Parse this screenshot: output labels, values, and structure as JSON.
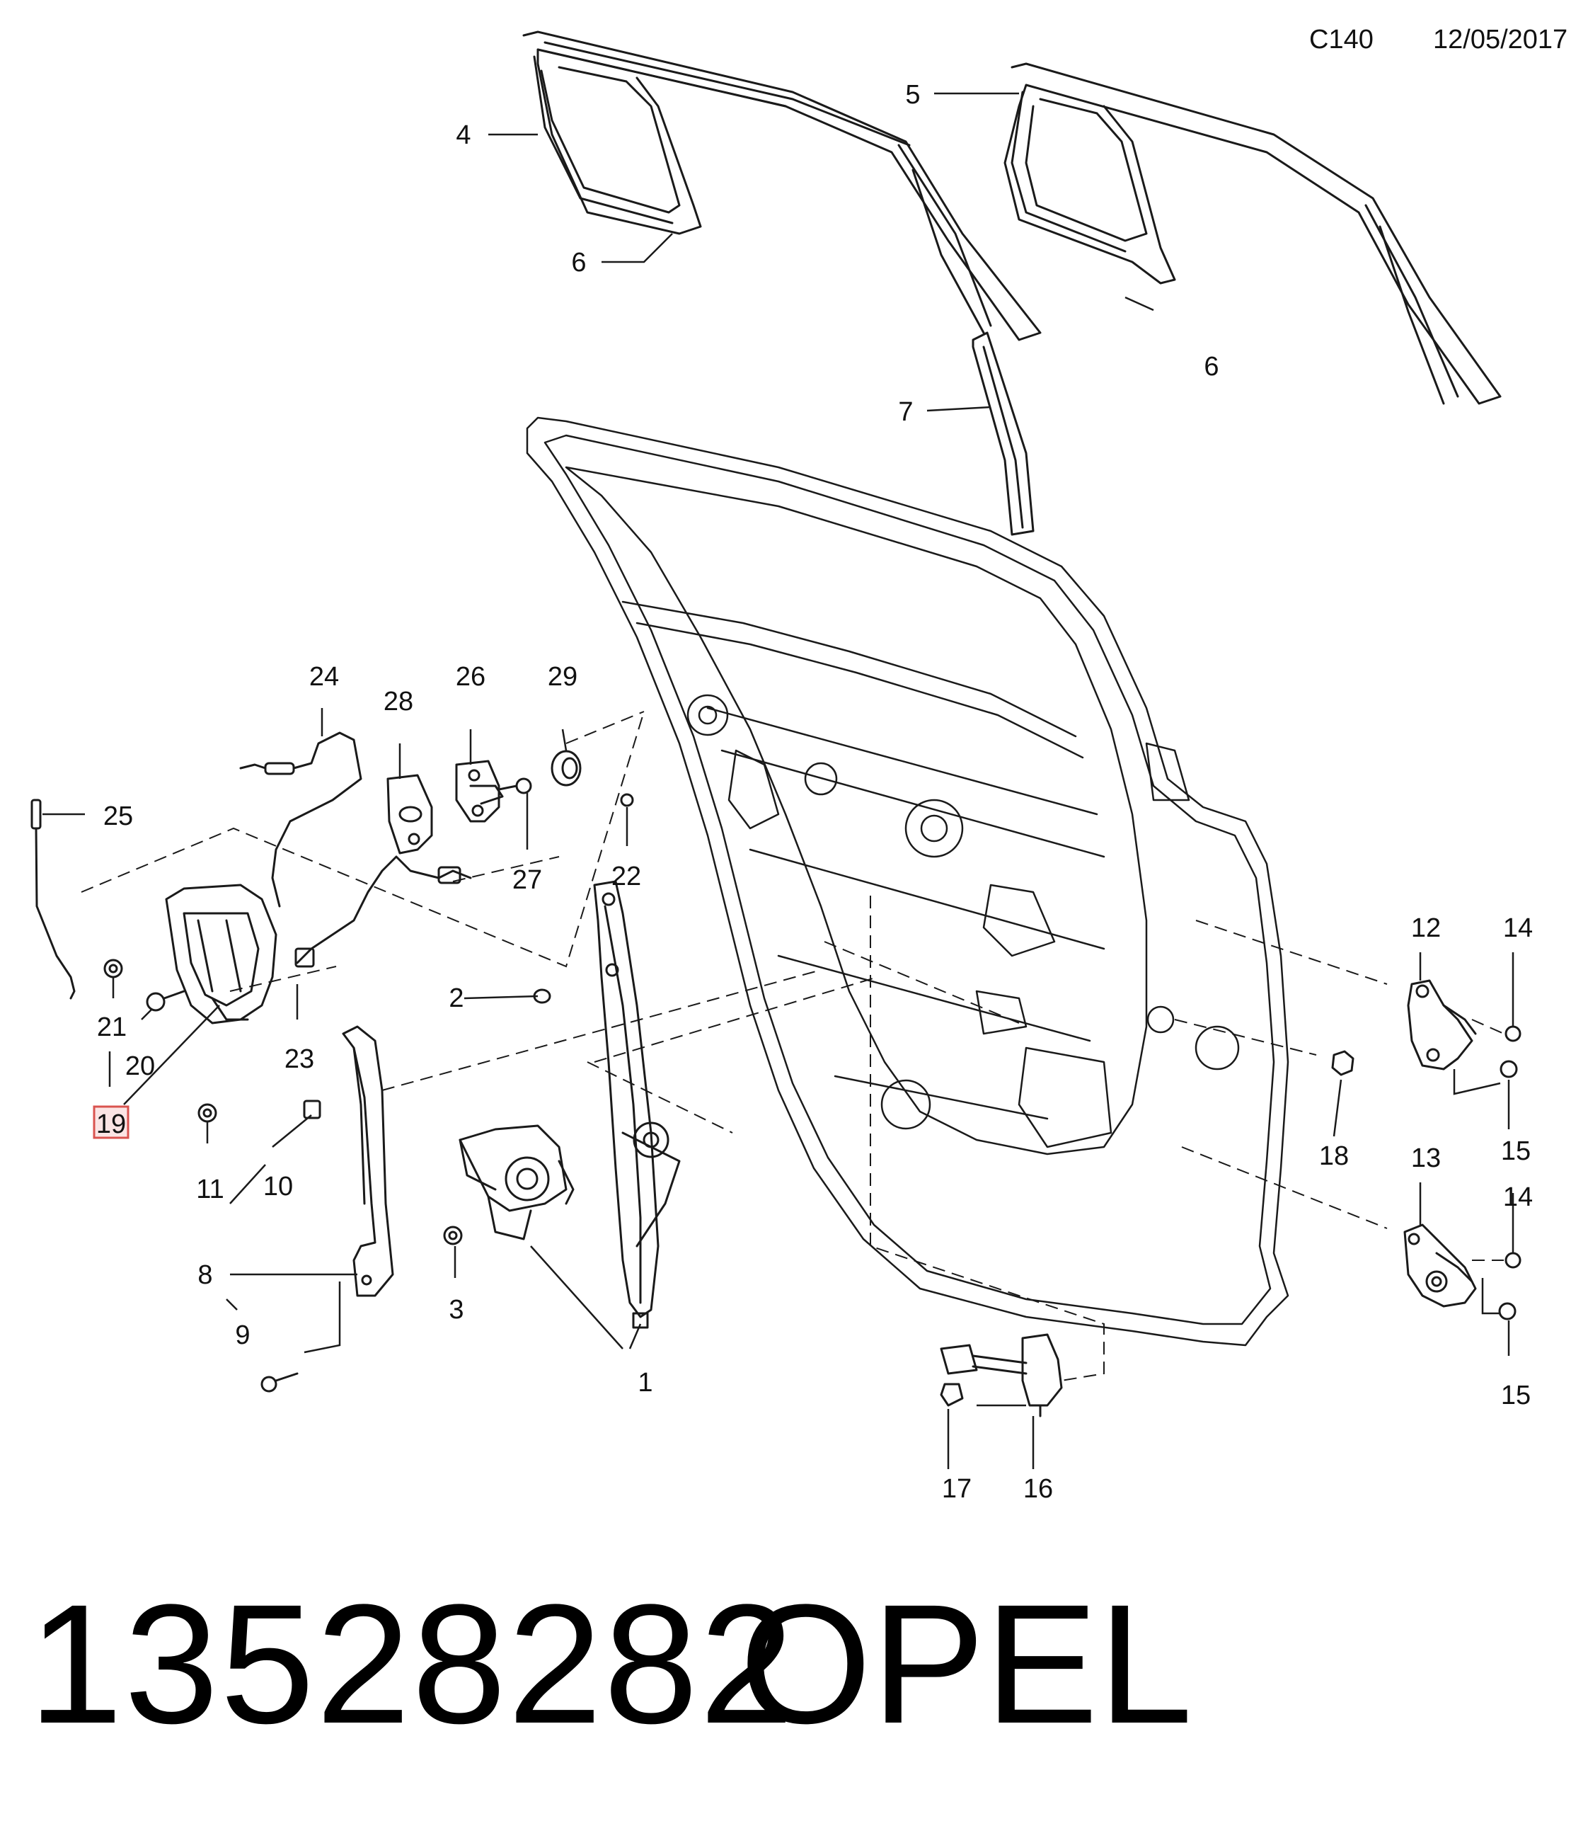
{
  "header": {
    "diagram_code": "C140",
    "date": "12/05/2017"
  },
  "callouts": {
    "1": "1",
    "2": "2",
    "3": "3",
    "4": "4",
    "5": "5",
    "6a": "6",
    "6b": "6",
    "7": "7",
    "8": "8",
    "9": "9",
    "10": "10",
    "11": "11",
    "12": "12",
    "13": "13",
    "14a": "14",
    "14b": "14",
    "15a": "15",
    "15b": "15",
    "16": "16",
    "17": "17",
    "18": "18",
    "19": "19",
    "20": "20",
    "21": "21",
    "22": "22",
    "23": "23",
    "24": "24",
    "25": "25",
    "26": "26",
    "27": "27",
    "28": "28",
    "29": "29"
  },
  "highlighted_callout": "19",
  "colors": {
    "line": "#1a1a1a",
    "highlight_box": "#d9534f",
    "highlight_fill": "#fbe4e4"
  },
  "footer": {
    "part_number": "13528282",
    "brand": "OPEL"
  }
}
